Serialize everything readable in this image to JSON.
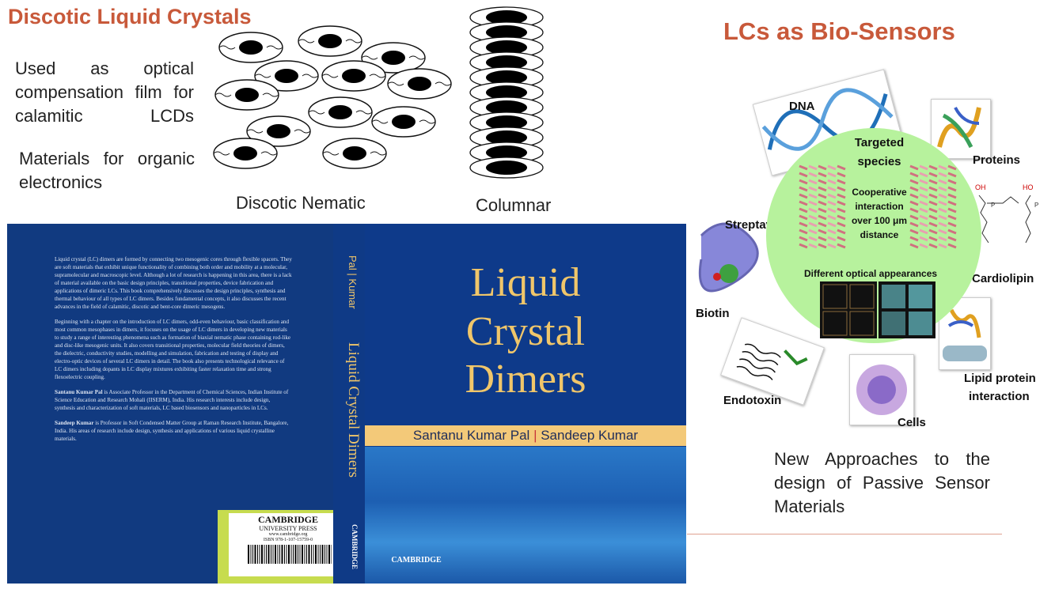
{
  "left": {
    "title": "Discotic Liquid Crystals",
    "para1": "Used as optical compensation film for calamitic LCDs",
    "para2": "Materials for organic electronics",
    "nematic_label": "Discotic Nematic",
    "columnar_label": "Columnar"
  },
  "book": {
    "back_p1": "Liquid crystal (LC) dimers are formed by connecting two mesogenic cores through flexible spacers. They are soft materials that exhibit unique functionality of combining both order and mobility at a molecular, supramolecular and macroscopic level. Although a lot of research is happening in this area, there is a lack of material available on the basic design principles, transitional properties, device fabrication and applications of dimeric LCs. This book comprehensively discusses the design principles, synthesis and thermal behaviour of all types of LC dimers. Besides fundamental concepts, it also discusses the recent advances in the field of calamitic, discotic and bent-core dimeric mesogens.",
    "back_p2": "Beginning with a chapter on the introduction of LC dimers, odd-even behaviour, basic classification and most common mesophases in dimers, it focuses on the usage of LC dimers in developing new materials to study a range of interesting phenomena such as formation of biaxial nematic phase containing rod-like and disc-like mesogenic units. It also covers transitional properties, molecular field theories of dimers, the dielectric, conductivity studies, modelling and simulation, fabrication and testing of display and electro-optic devices of several LC dimers in detail. The book also presents technological relevance of LC dimers including dopants in LC display mixtures exhibiting faster relaxation time and strong flexoelectric coupling.",
    "back_p3_name": "Santanu Kumar Pal",
    "back_p3": " is Associate Professor in the Department of Chemical Sciences, Indian Institute of Science Education and Research Mohali (IISERM), India. His research interests include design, synthesis and characterization of soft materials, LC based biosensors and nanoparticles in LCs.",
    "back_p4_name": "Sandeep Kumar",
    "back_p4": " is Professor in Soft Condensed Matter Group at Raman Research Institute, Bangalore, India. His areas of research include design, synthesis and applications of various liquid crystalline materials.",
    "publisher": "CAMBRIDGE",
    "publisher_sub": "UNIVERSITY PRESS",
    "publisher_url": "www.cambridge.org",
    "isbn": "ISBN 978-1-107-15759-0",
    "spine_authors_1": "Pal",
    "spine_authors_2": "Kumar",
    "spine_title": "Liquid Crystal Dimers",
    "spine_publisher": "CAMBRIDGE",
    "title_line1": "Liquid",
    "title_line2": "Crystal",
    "title_line3": "Dimers",
    "author1": "Santanu Kumar Pal",
    "author2": "Sandeep Kumar",
    "front_publisher": "CAMBRIDGE"
  },
  "right": {
    "title": "LCs as Bio-Sensors",
    "labels": {
      "dna": "DNA",
      "proteins": "Proteins",
      "streptavidin": "Streptavidin",
      "biotin": "Biotin",
      "cardiolipin": "Cardiolipin",
      "endotoxin": "Endotoxin",
      "cells": "Cells",
      "lipid1": "Lipid protein",
      "lipid2": "interaction",
      "targeted1": "Targeted",
      "targeted2": "species",
      "coop1": "Cooperative",
      "coop2": "interaction",
      "coop3": "over 100 μm",
      "coop4": "distance",
      "optical": "Different optical appearances"
    },
    "caption": "New Approaches to the design of Passive Sensor Materials"
  },
  "colors": {
    "accent": "#c8593a",
    "book_blue": "#113a80",
    "title_gold": "#f0c66a",
    "bubble_green": "#b7f29d"
  }
}
